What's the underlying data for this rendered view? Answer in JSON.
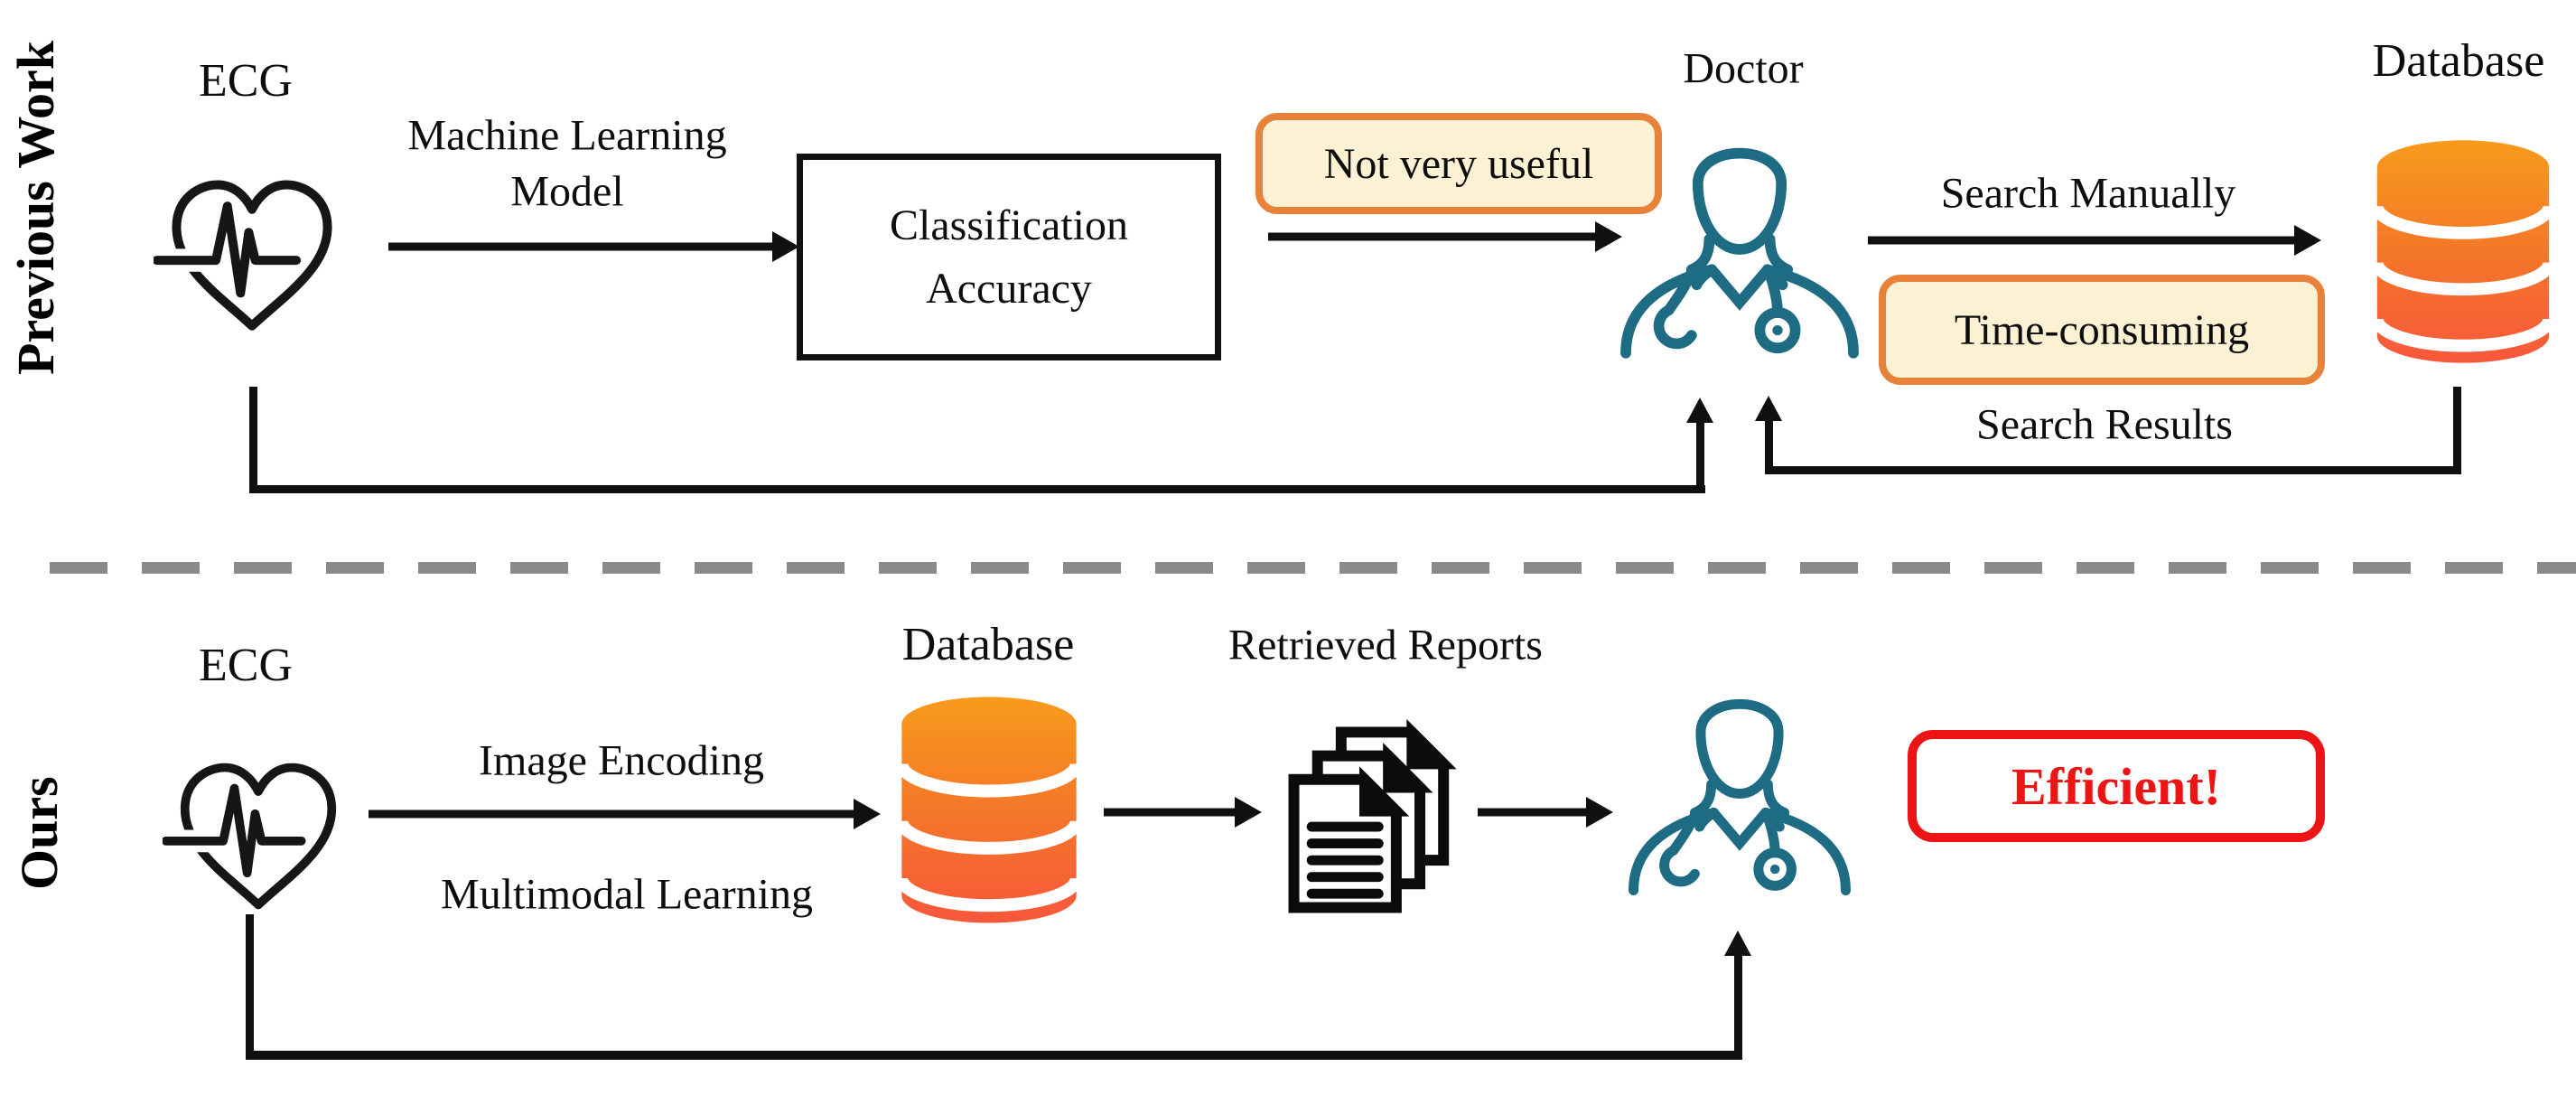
{
  "figure": {
    "previous_work": {
      "side_label": "Previous Work",
      "ecg_label": "ECG",
      "ml_label_line1": "Machine Learning",
      "ml_label_line2": "Model",
      "box_line1": "Classification",
      "box_line2": "Accuracy",
      "not_useful_badge": "Not very useful",
      "doctor_label": "Doctor",
      "search_manually_label": "Search Manually",
      "time_consuming_badge": "Time-consuming",
      "database_label": "Database",
      "search_results_label": "Search Results"
    },
    "ours": {
      "side_label": "Ours",
      "ecg_label": "ECG",
      "encoding_label": "Image Encoding",
      "multimodal_label": "Multimodal Learning",
      "database_label": "Database",
      "retrieved_reports_label": "Retrieved Reports",
      "efficient_badge": "Efficient!"
    },
    "colors": {
      "badge_border": "#E8823B",
      "badge_fill": "#FCF1D2",
      "doctor_teal": "#1E6B84",
      "database_top": "#F89B1C",
      "database_bottom": "#F8593B",
      "efficient_red": "#EC1414",
      "divider_gray": "#8A8A8A",
      "line_black": "#101010"
    }
  }
}
